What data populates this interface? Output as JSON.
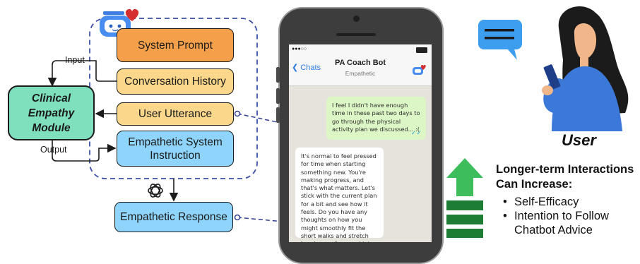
{
  "diagram": {
    "boxes": {
      "system_prompt": "System Prompt",
      "conversation_history": "Conversation History",
      "user_utterance": "User Utterance",
      "empathetic_instruction": "Empathetic System Instruction",
      "empathetic_response": "Empathetic Response",
      "clinical_module": "Clinical Empathy Module"
    },
    "labels": {
      "input": "Input",
      "output": "Output"
    }
  },
  "phone": {
    "back_label": "Chats",
    "bot_name": "PA Coach Bot",
    "bot_status": "Empathetic",
    "user_message": "I feel I didn't have enough time in these past two days to go through the physical activity plan we discussed... :(",
    "bot_message": "It's normal to feel pressed for time when starting something new. You're making progress, and that's what matters. Let's stick with the current plan for a bit and see how it feels. Do you have any thoughts on how you might smoothly fit the short walks and stretch breaks we discussed into your day?"
  },
  "user_label": "User",
  "interactions": {
    "title_line1": "Longer-term Interactions",
    "title_line2": "Can Increase:",
    "items_line1": "Self-Efficacy",
    "items_line2a": "Intention to Follow",
    "items_line2b": "Chatbot Advice"
  },
  "colors": {
    "system_prompt": "#f4a04a",
    "history_utterance": "#fbd78b",
    "instruction_response": "#8fd4fb",
    "clinical_module": "#7fe0be",
    "arrow_green": "#3dbd5c",
    "bars_green": "#1e7d34",
    "dashed_frame": "#3b4fa8"
  },
  "icons": [
    "robot-heart-icon",
    "openai-logo-icon",
    "speech-bubble-icon",
    "check-icon"
  ]
}
